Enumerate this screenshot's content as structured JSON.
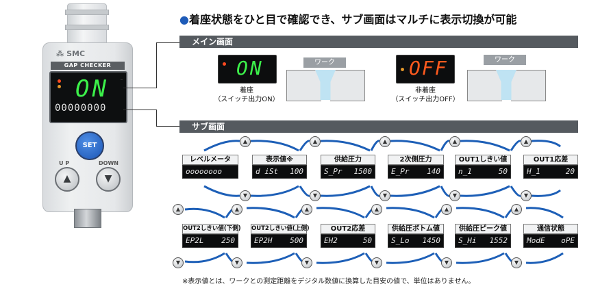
{
  "device": {
    "logo": "SMC",
    "product_name": "GAP CHECKER",
    "main_display": "ON",
    "sub_display": "00000000",
    "set_button": "SET",
    "up_label": "U P",
    "down_label": "DOWN",
    "icons": {
      "up": "up-triangle-icon",
      "down": "down-triangle-icon"
    }
  },
  "headline": {
    "bullet": "●",
    "text": "着座状態をひと目で確認でき、サブ画面はマルチに表示切換が可能"
  },
  "main_section": {
    "title": "メイン画面",
    "on_display": "ON",
    "off_display": "OFF",
    "work_label_on": "ワーク",
    "work_label_off": "ワーク",
    "on_caption_line1": "着座",
    "on_caption_line2": "（スイッチ出力ON）",
    "off_caption_line1": "非着座",
    "off_caption_line2": "（スイッチ出力OFF）"
  },
  "sub_section": {
    "title": "サブ画面",
    "row1": [
      {
        "label": "レベルメータ",
        "left": "oooooooo",
        "right": ""
      },
      {
        "label": "表示値※",
        "left": "d iSt",
        "right": "100"
      },
      {
        "label": "供給圧力",
        "left": "S_Pr",
        "right": "1500"
      },
      {
        "label": "2次側圧力",
        "left": "E_Pr",
        "right": "140"
      },
      {
        "label": "OUT1しきい値",
        "left": "n_1",
        "right": "50"
      },
      {
        "label": "OUT1応差",
        "left": "H_1",
        "right": "20"
      }
    ],
    "row2": [
      {
        "label": "OUT2しきい値(下側)",
        "left": "EP2L",
        "right": "250"
      },
      {
        "label": "OUT2しきい値(上側)",
        "left": "EP2H",
        "right": "500"
      },
      {
        "label": "OUT2応差",
        "left": "EH2",
        "right": "50"
      },
      {
        "label": "供給圧ボトム値",
        "left": "S_Lo",
        "right": "1450"
      },
      {
        "label": "供給圧ピーク値",
        "left": "S_Hi",
        "right": "1552"
      },
      {
        "label": "通信状態",
        "left": "ModE",
        "right": "oPE"
      }
    ],
    "up_symbol": "▲",
    "down_symbol": "▼"
  },
  "footnote": "※表示値とは、ワークとの測定距離をデジタル数値に換算した目安の値で、単位はありません。",
  "colors": {
    "on_green": "#3cf04a",
    "off_orange": "#ff5a1e",
    "bar_gray": "#555a5f",
    "accent_blue": "#1e5bb8"
  }
}
